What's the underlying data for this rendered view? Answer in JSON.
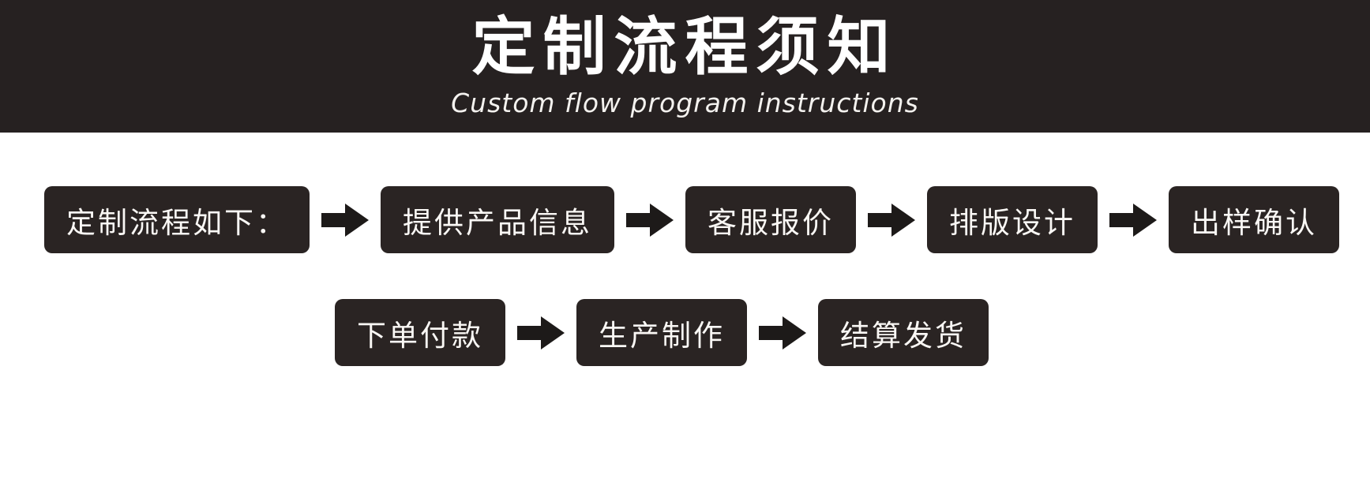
{
  "header": {
    "title": "定制流程须知",
    "subtitle": "Custom flow program instructions"
  },
  "flow": {
    "row1": [
      "定制流程如下：",
      "提供产品信息",
      "客服报价",
      "排版设计",
      "出样确认"
    ],
    "row2": [
      "下单付款",
      "生产制作",
      "结算发货"
    ]
  },
  "colors": {
    "page_bg": "#ffffff",
    "banner_bg": "#262121",
    "box_bg": "#2a2423",
    "box_text": "#faf8f5",
    "arrow": "#1d1a19"
  }
}
